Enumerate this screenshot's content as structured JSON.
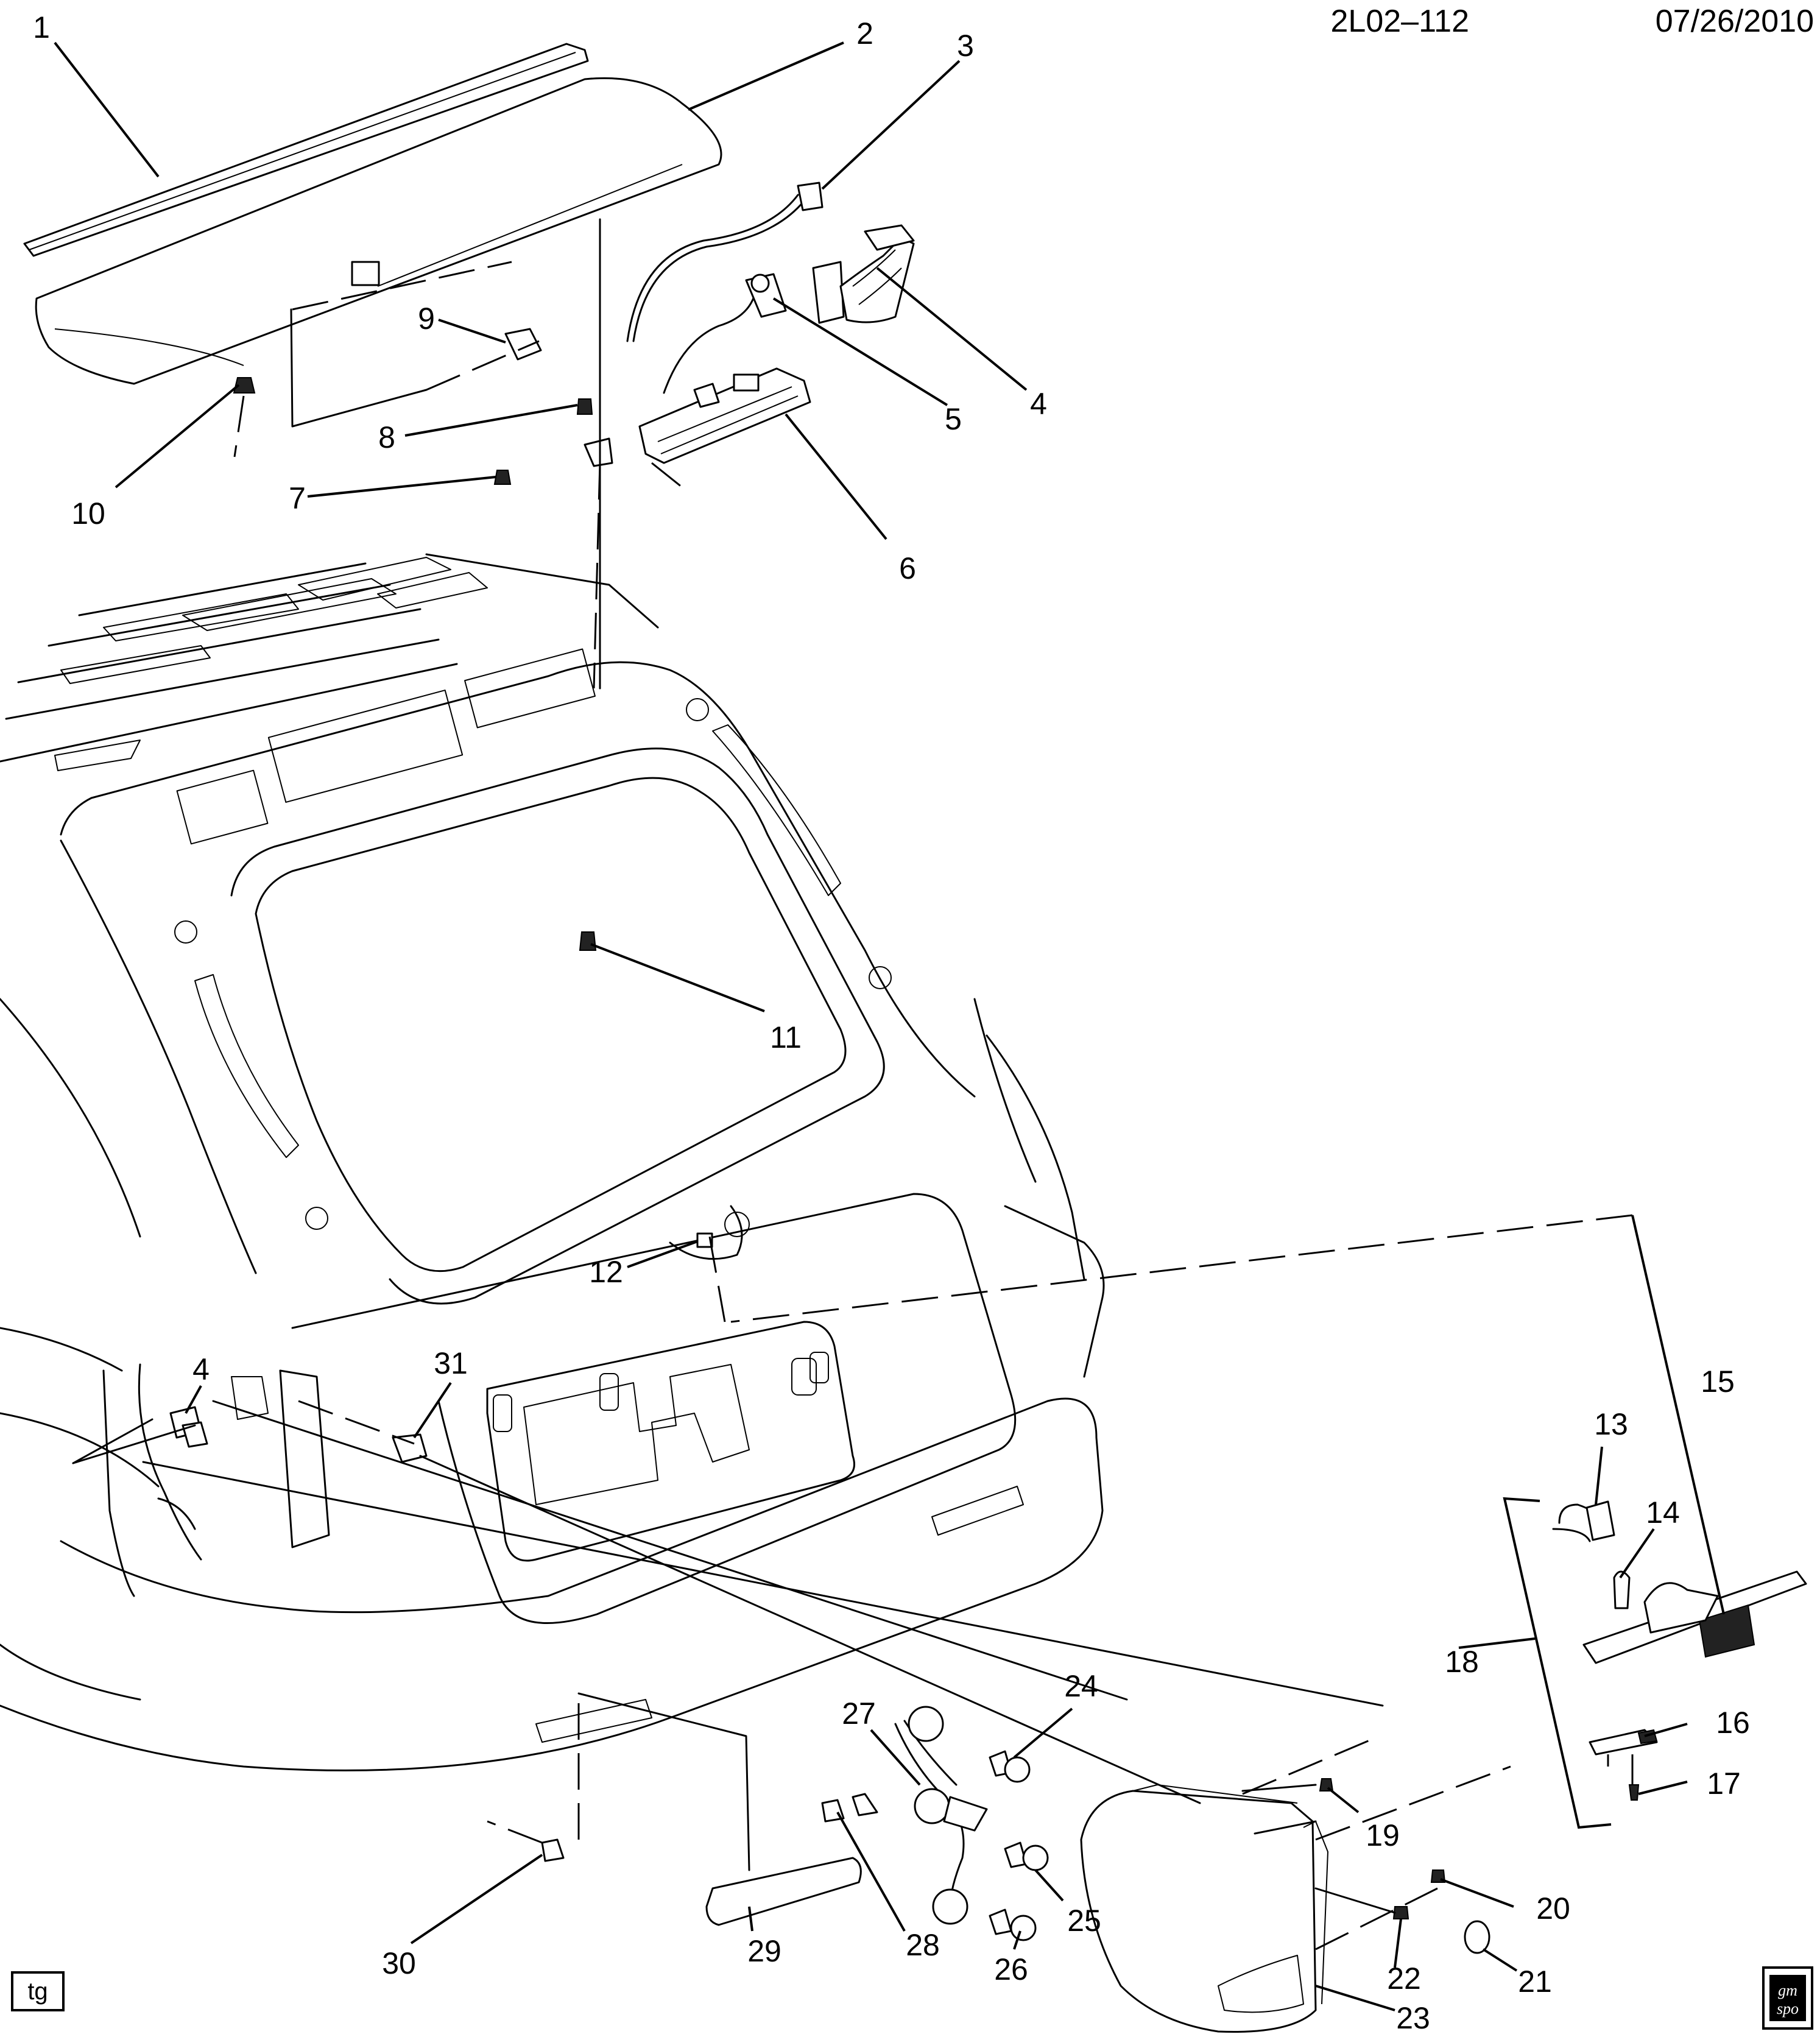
{
  "header": {
    "ref_code": "2L02–112",
    "date": "07/26/2010"
  },
  "badge": {
    "label": "tg"
  },
  "logo": {
    "line1": "gm",
    "line2": "spo"
  },
  "callouts": [
    {
      "id": "c1",
      "label": "1"
    },
    {
      "id": "c2",
      "label": "2"
    },
    {
      "id": "c3",
      "label": "3"
    },
    {
      "id": "c4",
      "label": "4"
    },
    {
      "id": "c5",
      "label": "5"
    },
    {
      "id": "c6",
      "label": "6"
    },
    {
      "id": "c7",
      "label": "7"
    },
    {
      "id": "c8",
      "label": "8"
    },
    {
      "id": "c9",
      "label": "9"
    },
    {
      "id": "c10",
      "label": "10"
    },
    {
      "id": "c11",
      "label": "11"
    },
    {
      "id": "c12",
      "label": "12"
    },
    {
      "id": "c13",
      "label": "13"
    },
    {
      "id": "c14",
      "label": "14"
    },
    {
      "id": "c15",
      "label": "15"
    },
    {
      "id": "c16",
      "label": "16"
    },
    {
      "id": "c17",
      "label": "17"
    },
    {
      "id": "c18",
      "label": "18"
    },
    {
      "id": "c19",
      "label": "19"
    },
    {
      "id": "c20",
      "label": "20"
    },
    {
      "id": "c21",
      "label": "21"
    },
    {
      "id": "c22",
      "label": "22"
    },
    {
      "id": "c23",
      "label": "23"
    },
    {
      "id": "c24",
      "label": "24"
    },
    {
      "id": "c25",
      "label": "25"
    },
    {
      "id": "c26",
      "label": "26"
    },
    {
      "id": "c27",
      "label": "27"
    },
    {
      "id": "c28",
      "label": "28"
    },
    {
      "id": "c29",
      "label": "29"
    },
    {
      "id": "c30",
      "label": "30"
    },
    {
      "id": "c31",
      "label": "31"
    },
    {
      "id": "c4b",
      "label": "4"
    }
  ]
}
